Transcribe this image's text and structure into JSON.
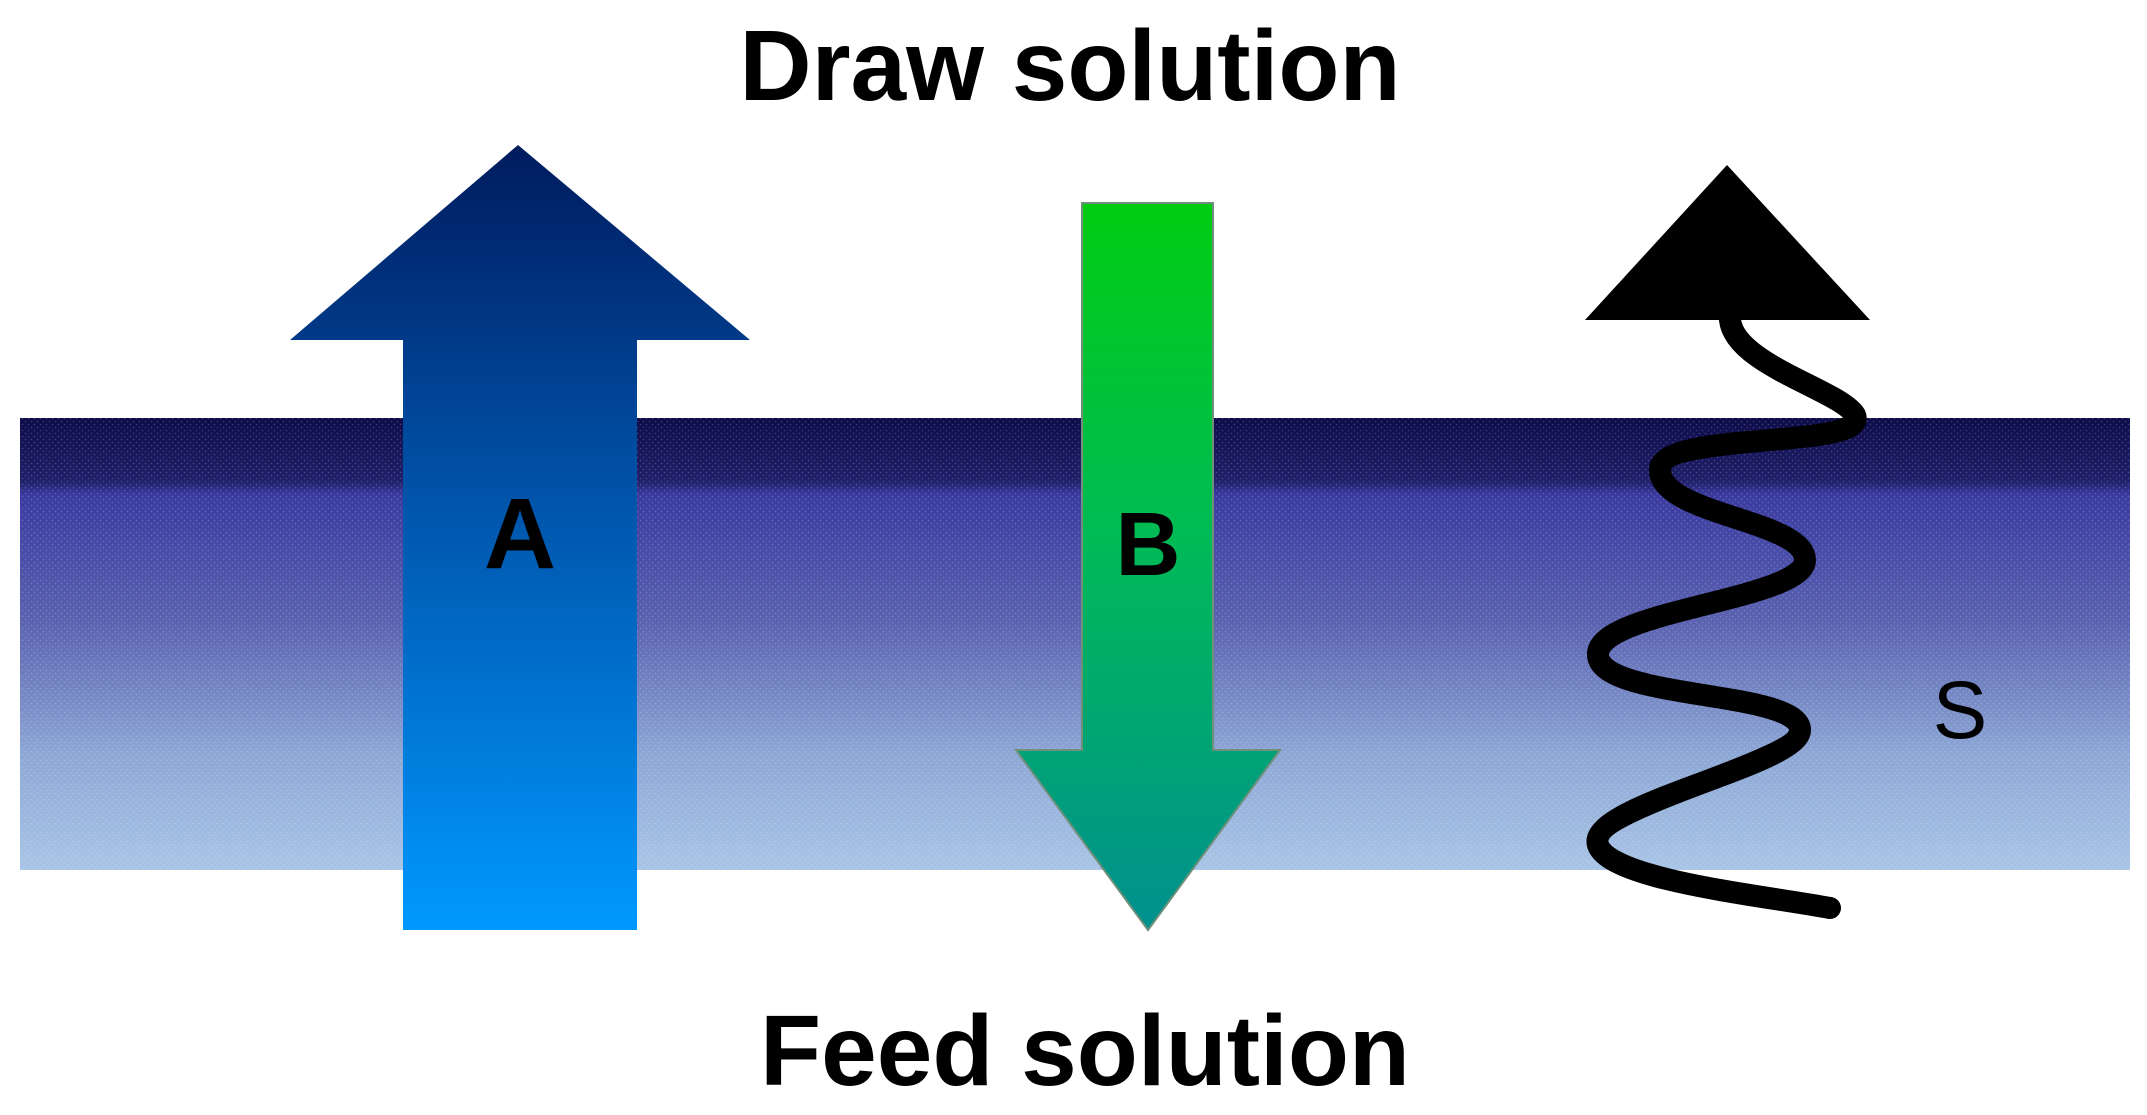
{
  "labels": {
    "top": "Draw solution",
    "bottom": "Feed solution",
    "arrow_a": "A",
    "arrow_b": "B",
    "spring_s": "S"
  },
  "colors": {
    "membrane_top": "#0c0c4a",
    "membrane_band": "#3a3aa0",
    "membrane_bottom": "#a8c4e6",
    "arrow_a_top": "#001b5e",
    "arrow_a_bottom": "#0099ff",
    "arrow_b_top": "#00cc11",
    "arrow_b_bottom": "#00908f",
    "spring": "#000000",
    "text": "#000000"
  },
  "icons": {
    "arrow_a": "up-arrow-icon",
    "arrow_b": "down-arrow-icon",
    "spring": "spring-arrow-icon"
  }
}
